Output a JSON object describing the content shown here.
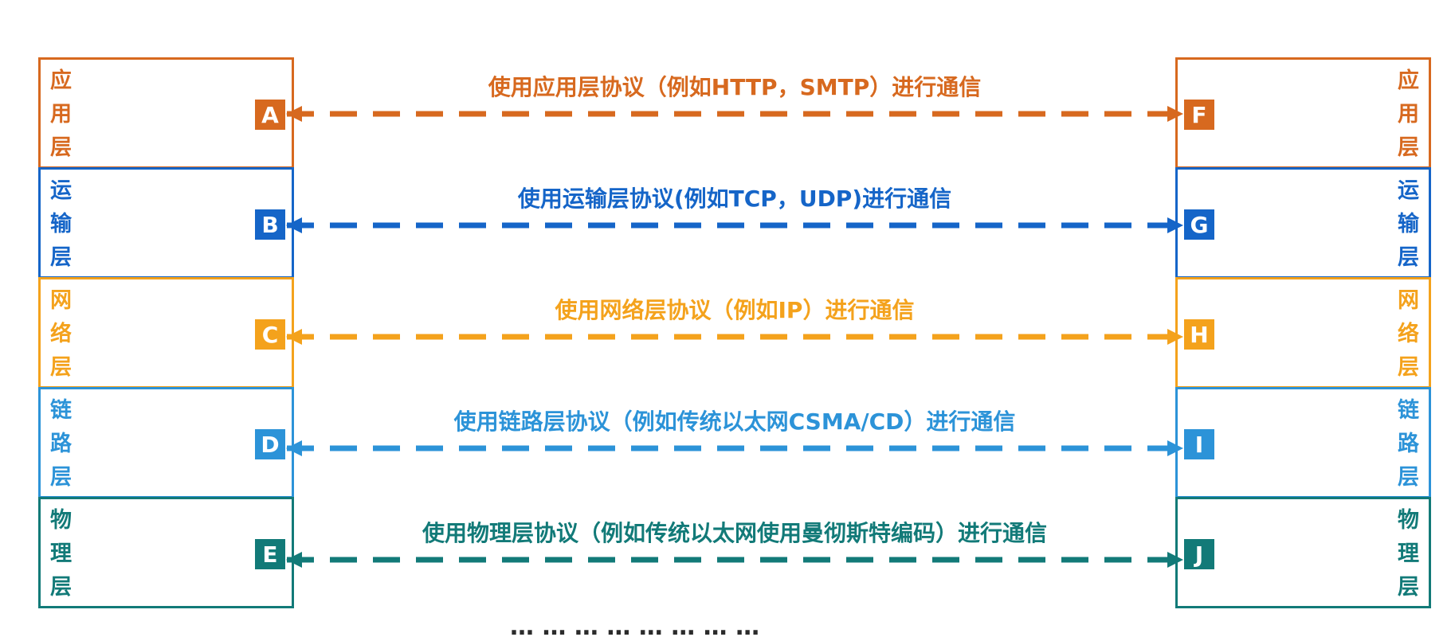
{
  "colors": {
    "application": "#d7691f",
    "transport": "#1565c8",
    "network": "#f4a21c",
    "link": "#2c93d8",
    "physical": "#127a78"
  },
  "layers": [
    {
      "key": "application",
      "name_chars": [
        "应",
        "用",
        "层"
      ],
      "left_label": "A",
      "right_label": "F",
      "protocol_text": "使用应用层协议（例如HTTP，SMTP）进行通信"
    },
    {
      "key": "transport",
      "name_chars": [
        "运",
        "输",
        "层"
      ],
      "left_label": "B",
      "right_label": "G",
      "protocol_text": "使用运输层协议(例如TCP，UDP)进行通信"
    },
    {
      "key": "network",
      "name_chars": [
        "网",
        "络",
        "层"
      ],
      "left_label": "C",
      "right_label": "H",
      "protocol_text": "使用网络层协议（例如IP）进行通信"
    },
    {
      "key": "link",
      "name_chars": [
        "链",
        "路",
        "层"
      ],
      "left_label": "D",
      "right_label": "I",
      "protocol_text": "使用链路层协议（例如传统以太网CSMA/CD）进行通信"
    },
    {
      "key": "physical",
      "name_chars": [
        "物",
        "理",
        "层"
      ],
      "left_label": "E",
      "right_label": "J",
      "protocol_text": "使用物理层协议（例如传统以太网使用曼彻斯特编码）进行通信"
    }
  ]
}
